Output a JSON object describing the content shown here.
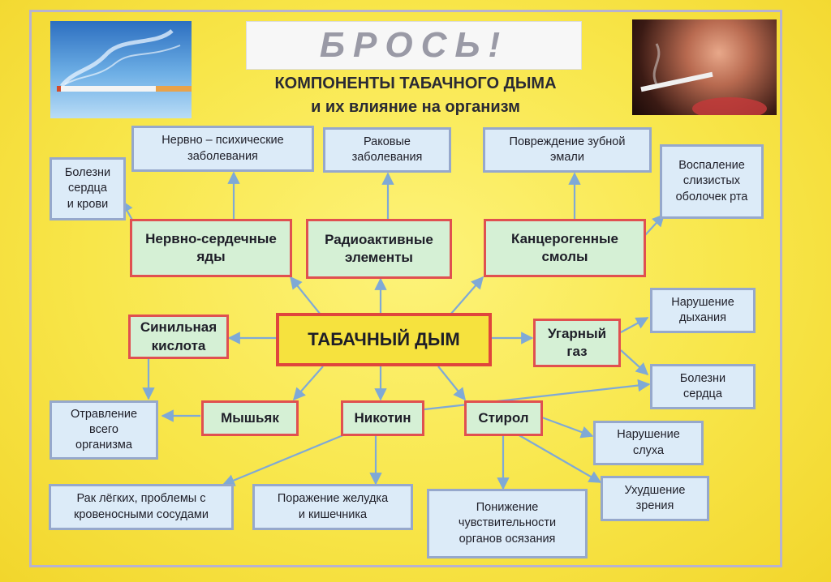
{
  "header": {
    "banner_text": "БРОСЬ!",
    "title_line1": "КОМПОНЕНТЫ ТАБАЧНОГО ДЫМА",
    "title_line2": "и их влияние на организм"
  },
  "colors": {
    "background": "#f8e64a",
    "effect_fill": "#dcebf8",
    "effect_border": "#96a8cc",
    "component_fill": "#d5f0d5",
    "component_border": "#e05050",
    "center_fill": "#f6e23e",
    "arrow": "#7fa9d6"
  },
  "diagram": {
    "center": "ТАБАЧНЫЙ ДЫМ",
    "components": {
      "nerve_heart_poisons": "Нервно-сердечные\nяды",
      "radioactive": "Радиоактивные\nэлементы",
      "carcinogenic_tars": "Канцерогенные\nсмолы",
      "hydrocyanic_acid": "Синильная\nкислота",
      "carbon_monoxide": "Угарный\nгаз",
      "arsenic": "Мышьяк",
      "nicotine": "Никотин",
      "styrene": "Стирол"
    },
    "effects": {
      "neuro_psychic": "Нервно – психические\nзаболевания",
      "cancer": "Раковые\nзаболевания",
      "enamel_damage": "Повреждение зубной\nэмали",
      "heart_blood": "Болезни\nсердца\nи крови",
      "mouth_inflammation": "Воспаление\nслизистых\nоболочек рта",
      "breathing": "Нарушение\nдыхания",
      "heart_disease": "Болезни\nсердца",
      "poisoning": "Отравление\nвсего\nорганизма",
      "hearing": "Нарушение\nслуха",
      "vision": "Ухудшение\nзрения",
      "lungs": "Рак лёгких, проблемы с\nкровеносными сосудами",
      "stomach": "Поражение желудка\nи кишечника",
      "sensitivity": "Понижение\nчувствительности\nорганов осязания"
    }
  }
}
